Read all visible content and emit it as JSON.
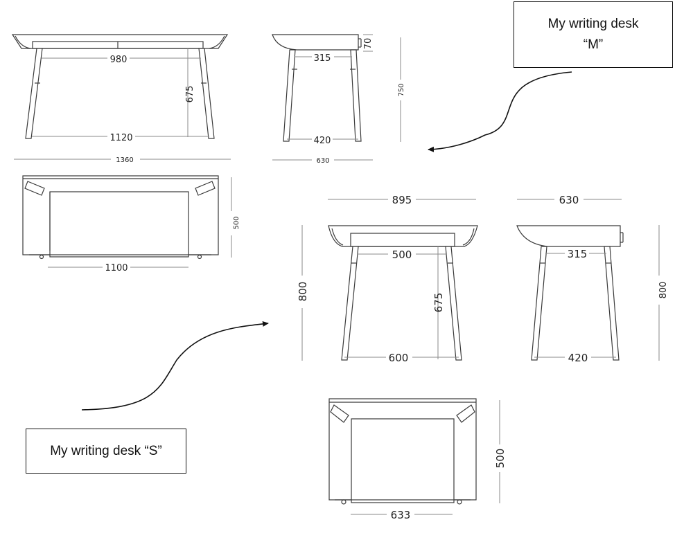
{
  "callouts": {
    "desk_m": {
      "line1": "My writing desk",
      "line2": "“M”"
    },
    "desk_s": {
      "line1": "My writing desk “S”"
    }
  },
  "desk_m": {
    "front": {
      "inner_width": "980",
      "leg_height": "675",
      "leg_span": "1120",
      "total_width": "1360"
    },
    "side": {
      "inner_width": "315",
      "drawer_height": "70",
      "leg_span": "420",
      "total_height": "750",
      "total_depth": "630"
    },
    "top": {
      "depth": "500",
      "inner_width": "1100"
    }
  },
  "desk_s": {
    "front": {
      "total_width": "895",
      "total_height": "800",
      "inner_width": "500",
      "leg_height": "675",
      "leg_span": "600"
    },
    "side": {
      "total_depth": "630",
      "inner_width": "315",
      "leg_span": "420",
      "total_height": "800"
    },
    "top": {
      "depth": "500",
      "inner_width": "633"
    }
  }
}
